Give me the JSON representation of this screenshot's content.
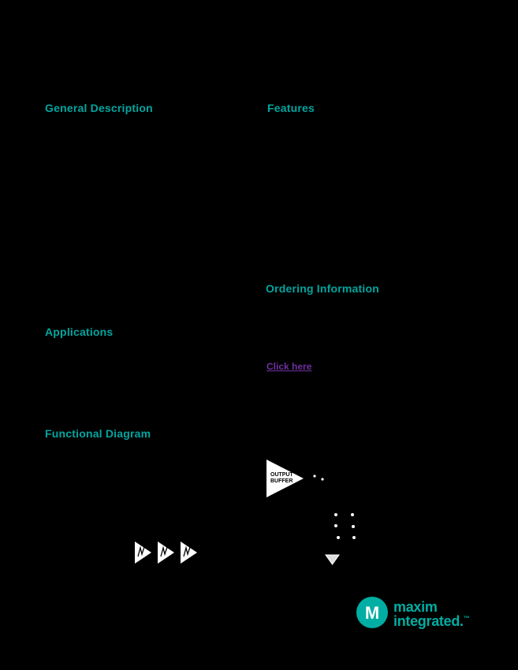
{
  "colors": {
    "background": "#000000",
    "heading_teal": "#00A6A0",
    "link_purple": "#7030A0",
    "logo_teal": "#00AEA3",
    "diagram_white": "#FFFFFF"
  },
  "headings": {
    "general_description": "General Description",
    "features": "Features",
    "ordering_information": "Ordering Information",
    "applications": "Applications",
    "functional_diagram": "Functional Diagram"
  },
  "ordering": {
    "link_label": "Click here"
  },
  "diagram": {
    "output_buffer_line1": "OUTPUT",
    "output_buffer_line2": "BUFFER"
  },
  "logo": {
    "mark_letter": "M",
    "word1": "maxim",
    "word2": "integrated.",
    "tm": "™"
  }
}
